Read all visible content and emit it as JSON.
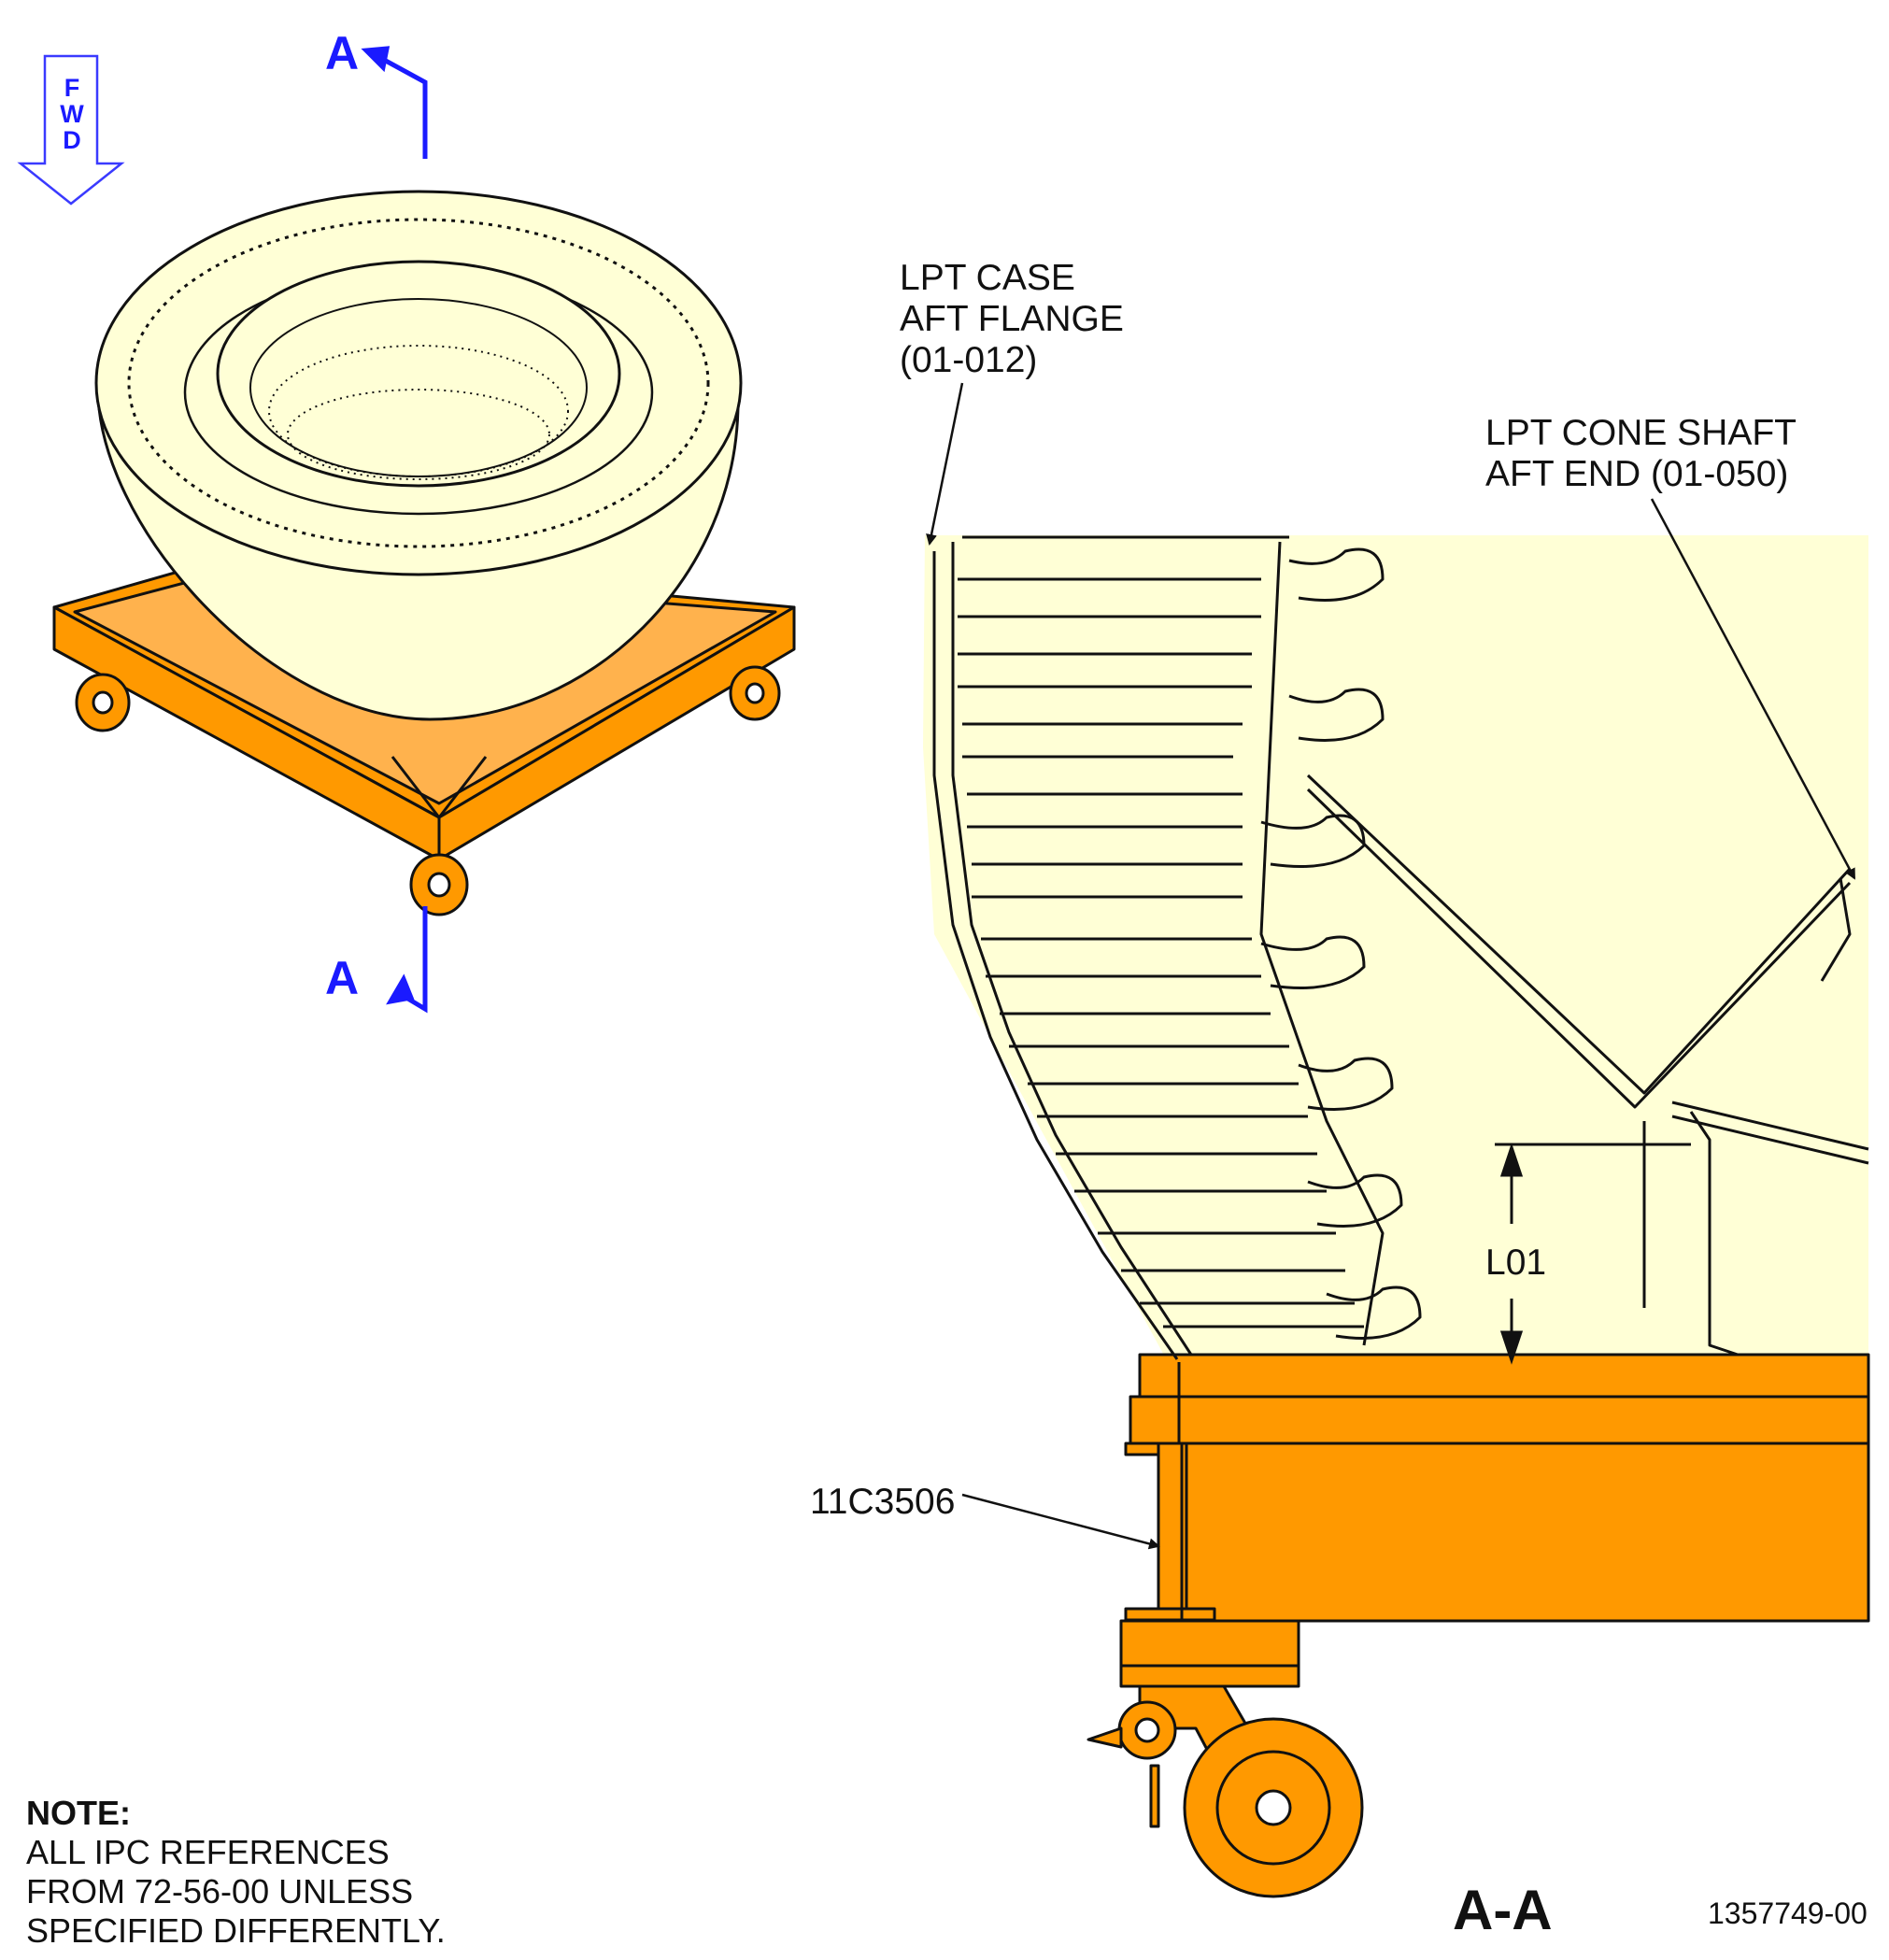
{
  "fwd_arrow": {
    "text": "FWD",
    "letters": [
      "F",
      "W",
      "D"
    ]
  },
  "section_marks": {
    "top": "A",
    "bottom": "A"
  },
  "callouts": {
    "lpt_case": [
      "LPT CASE",
      "AFT FLANGE",
      "(01-012)"
    ],
    "lpt_cone": [
      "LPT CONE SHAFT",
      "AFT END (01-050)"
    ],
    "fixture": "11C3506",
    "dimension": "L01"
  },
  "view_title": "A-A",
  "figure_number": "1357749-00",
  "note": {
    "heading": "NOTE:",
    "lines": [
      "ALL IPC REFERENCES",
      "FROM 72-56-00 UNLESS",
      "SPECIFIED DIFFERENTLY."
    ]
  },
  "colors": {
    "part_fill": "#ffffd6",
    "fixture_fill": "#ff9900",
    "cut_line": "#1a1aff",
    "line": "#111111"
  }
}
